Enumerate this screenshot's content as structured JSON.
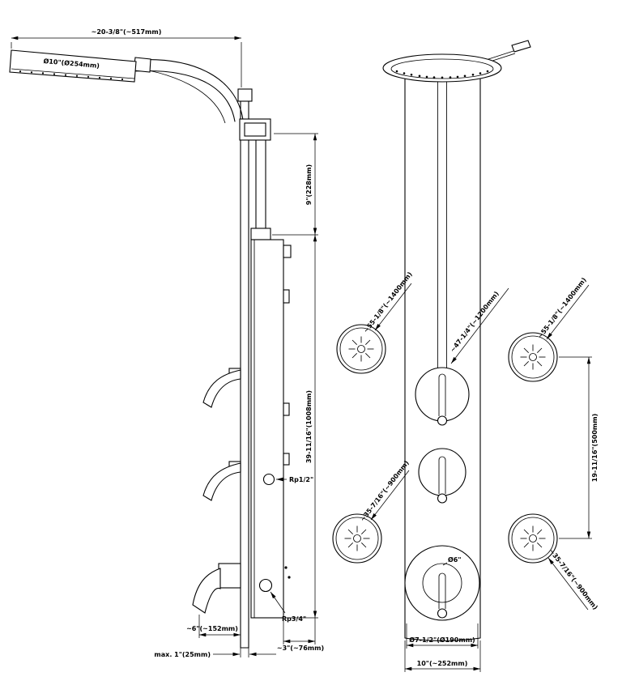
{
  "style": {
    "ink": "#000000",
    "paper": "#ffffff"
  },
  "side_view": {
    "top_width": "~20-3/8\"(~517mm)",
    "head_diameter": "Ø10\"(Ø254mm)",
    "arm_height": "9\"(228mm)",
    "panel_height": "39-11/16\"(1008mm)",
    "conn_mid": "Rp1/2\"",
    "conn_bottom": "Rp3/4\"",
    "spout_depth": "~6\"(~152mm)",
    "wall_gap": "max. 1\"(25mm)",
    "bottom_offset": "~3\"(~76mm)"
  },
  "front_view": {
    "jet_top_left": "~55-1/8\"(~1400mm)",
    "valve_height": "~47-1/4\"(~1200mm)",
    "jet_top_right": "~55-1/8\"(~1400mm)",
    "jet_bottom_left": "~35-7/16\"(~900mm)",
    "jet_bottom_right": "~35-7/16\"(~900mm)",
    "jet_spacing": "19-11/16\"(500mm)",
    "escutcheon_diameter": "Ø6\"",
    "plate_diameter": "Ø7-1/2\"(Ø190mm)",
    "panel_width": "10\"(~252mm)"
  }
}
